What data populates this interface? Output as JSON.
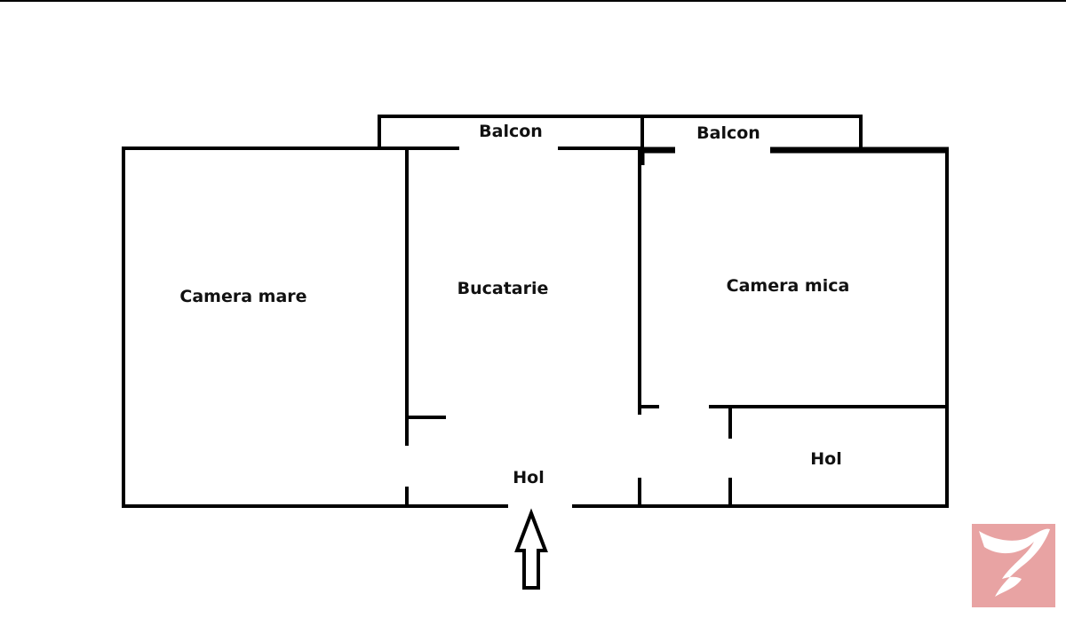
{
  "rooms": {
    "camera_mare": "Camera mare",
    "bucatarie": "Bucatarie",
    "camera_mica": "Camera mica",
    "hol_main": "Hol",
    "hol_right": "Hol",
    "balcon_left": "Balcon",
    "balcon_right": "Balcon"
  },
  "icons": {
    "entrance": "entrance-arrow-icon",
    "logo": "logo-bird-icon"
  },
  "colors": {
    "wall": "#000000",
    "logo": "#e8a3a3"
  }
}
